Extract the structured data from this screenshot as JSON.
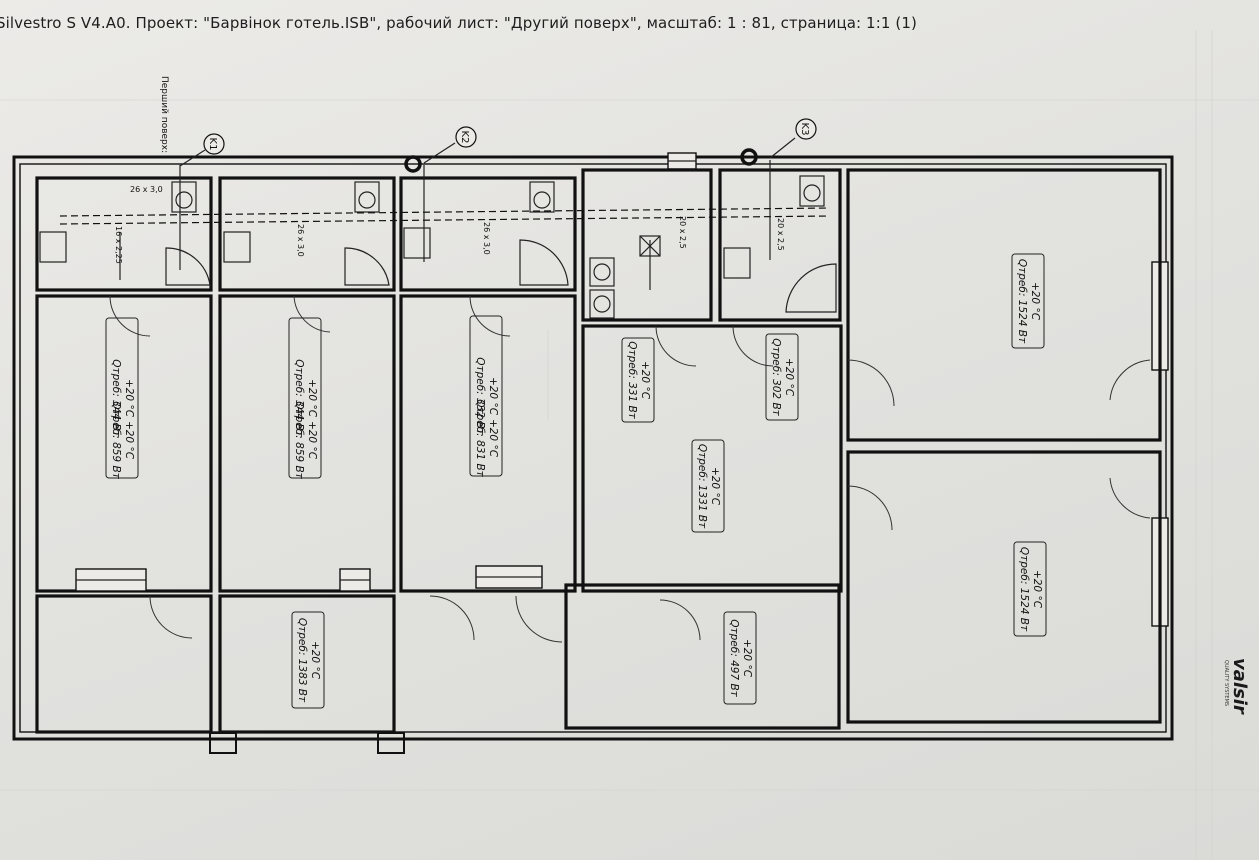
{
  "header": {
    "text": "Silvestro S V4.A0. Проект: \"Барвінок готель.ISB\", рабочий лист: \"Другий поверх\", масштаб: 1 : 81, страница: 1:1 (1)"
  },
  "floor_label": "Перший поверх:",
  "risers": [
    {
      "id": "K1"
    },
    {
      "id": "K2"
    },
    {
      "id": "K3"
    }
  ],
  "pipe_sizes": [
    "26 x 3,0",
    "16 x 2,25",
    "26 x 3,0",
    "26 x 3,0",
    "20 x 2,5",
    "20 x 2,5"
  ],
  "rooms": [
    {
      "l1": "+20 °C",
      "l2": "Qтреб: 344 Вт"
    },
    {
      "l1": "+20 °C",
      "l2": "Qтреб: 859 Вт"
    },
    {
      "l1": "+20 °C",
      "l2": "Qтреб: 344 Вт"
    },
    {
      "l1": "+20 °C",
      "l2": "Qтреб: 859 Вт"
    },
    {
      "l1": "+20 °C",
      "l2": "Qтреб: 332 Вт"
    },
    {
      "l1": "+20 °C",
      "l2": "Qтреб: 831 Вт"
    },
    {
      "l1": "+20 °C",
      "l2": "Qтреб: 331 Вт"
    },
    {
      "l1": "+20 °C",
      "l2": "Qтреб: 302 Вт"
    },
    {
      "l1": "+20 °C",
      "l2": "Qтреб: 1331 Вт"
    },
    {
      "l1": "+20 °C",
      "l2": "Qтреб: 1383 Вт"
    },
    {
      "l1": "+20 °C",
      "l2": "Qтреб: 497 Вт"
    },
    {
      "l1": "+20 °C",
      "l2": "Qтреб: 1524 Вт"
    },
    {
      "l1": "+20 °C",
      "l2": "Qтреб: 1524 Вт"
    }
  ],
  "brand": {
    "name": "valsir",
    "tagline": "QUALITY SYSTEMS"
  }
}
